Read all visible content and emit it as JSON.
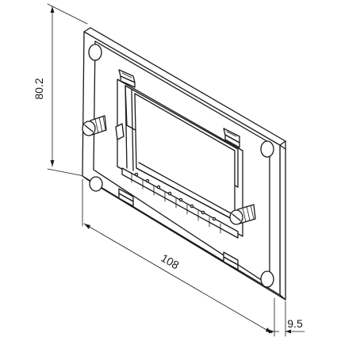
{
  "dimensions": {
    "height": "80.2",
    "width": "108",
    "depth": "9.5"
  }
}
